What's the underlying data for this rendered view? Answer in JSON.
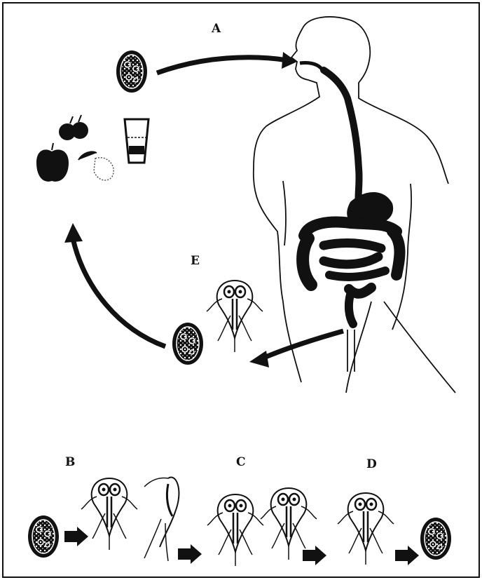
{
  "labels": {
    "a": "A",
    "b": "B",
    "c": "C",
    "d": "D",
    "e": "E"
  },
  "colors": {
    "ink": "#111111",
    "paper": "#ffffff"
  },
  "icons": [
    "cyst-icon",
    "trophozoite-icon",
    "human-body-icon",
    "fruit-icon",
    "water-glass-icon",
    "arrow-icon"
  ]
}
